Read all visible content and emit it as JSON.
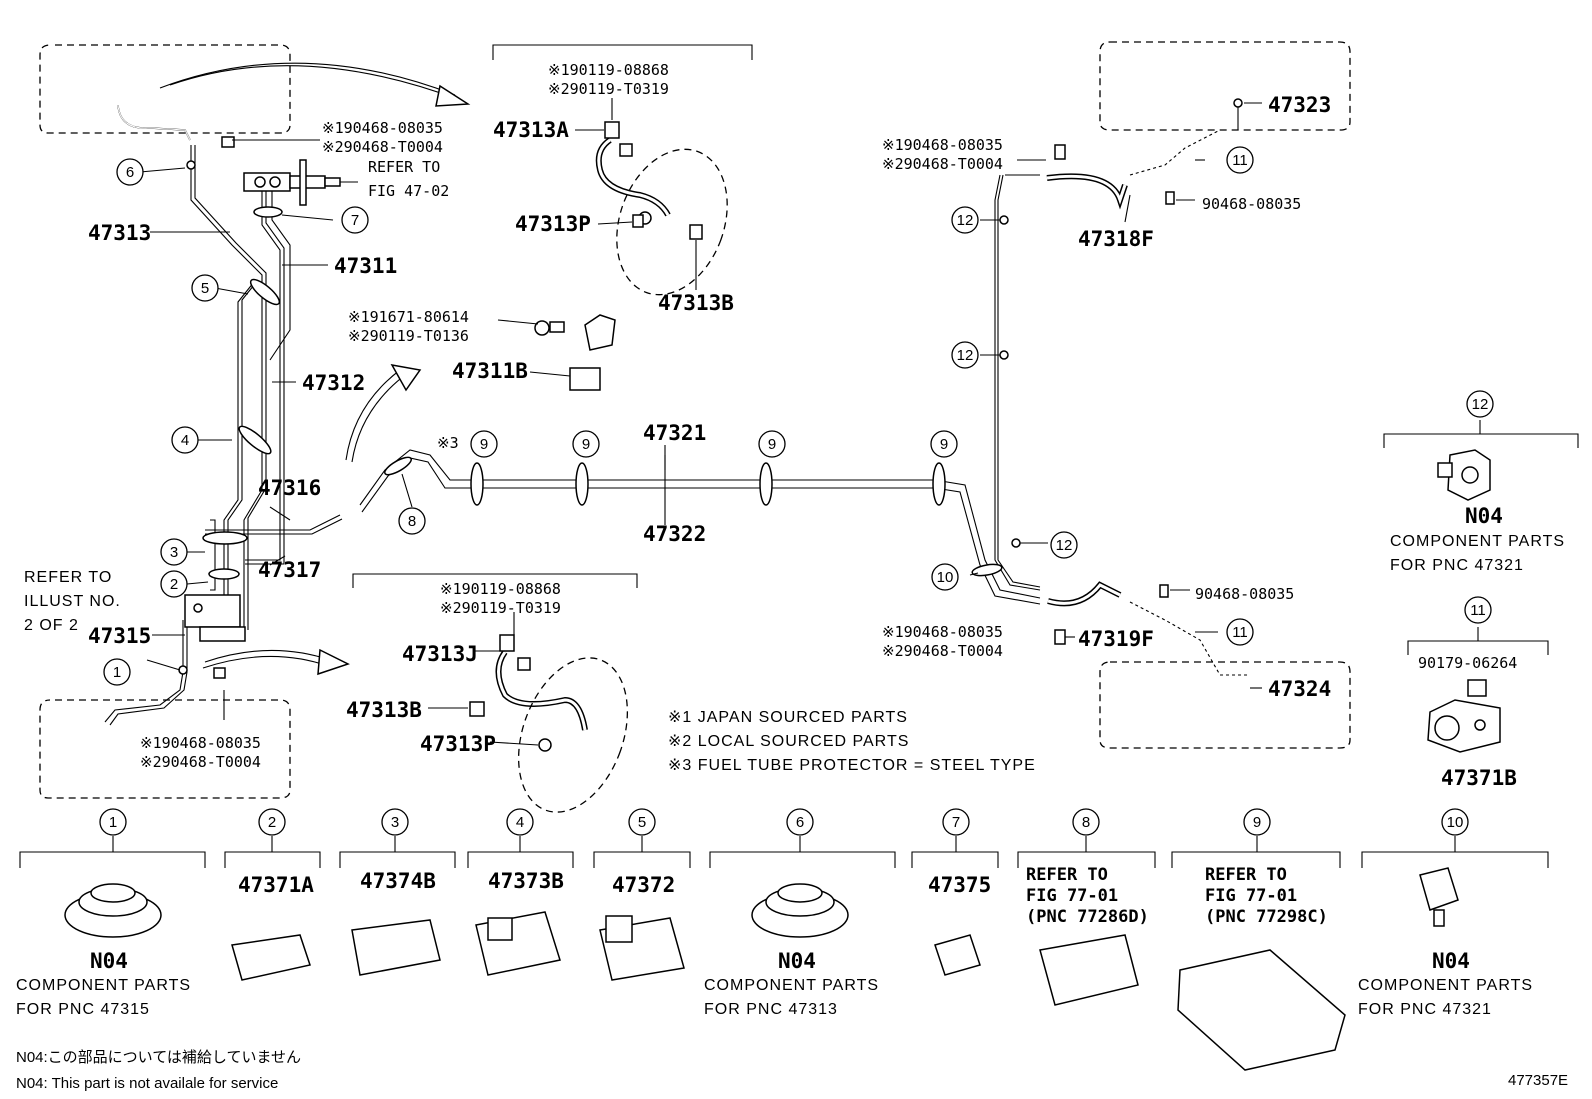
{
  "figure_code": "477357E",
  "labels": {
    "p47313": "47313",
    "p47311": "47311",
    "p47312": "47312",
    "p47316": "47316",
    "p47317": "47317",
    "p47315": "47315",
    "p47313A": "47313A",
    "p47313P_top": "47313P",
    "p47313B_top": "47313B",
    "p47311B": "47311B",
    "p47321": "47321",
    "p47322": "47322",
    "p47313J": "47313J",
    "p47313B_bot": "47313B",
    "p47313P_bot": "47313P",
    "p47323": "47323",
    "p47318F": "47318F",
    "p47319F": "47319F",
    "p47324": "47324",
    "p90468_a": "90468-08035",
    "p90468_b": "90468-08035",
    "p90179": "90179-06264",
    "p47371B": "47371B",
    "x3": "※3"
  },
  "notes": {
    "tl_1": "※190468-08035",
    "tl_2": "※290468-T0004",
    "refer_top_1": "REFER TO",
    "refer_top_2": "FIG 47-02",
    "top_mid_1": "※190119-08868",
    "top_mid_2": "※290119-T0319",
    "bracket_1": "※191671-80614",
    "bracket_2": "※290119-T0136",
    "bot_mid_1": "※190119-08868",
    "bot_mid_2": "※290119-T0319",
    "bl_1": "※190468-08035",
    "bl_2": "※290468-T0004",
    "tr_1": "※190468-08035",
    "tr_2": "※290468-T0004",
    "br_1": "※190468-08035",
    "br_2": "※290468-T0004",
    "refer_illust_1": "REFER TO",
    "refer_illust_2": "ILLUST NO.",
    "refer_illust_3": "2 OF 2"
  },
  "legend": {
    "l1": "※1 JAPAN SOURCED PARTS",
    "l2": "※2 LOCAL SOURCED PARTS",
    "l3": "※3 FUEL TUBE PROTECTOR = STEEL TYPE"
  },
  "callouts": [
    "1",
    "2",
    "3",
    "4",
    "5",
    "6",
    "7",
    "8",
    "9",
    "10",
    "11",
    "12"
  ],
  "comp12": {
    "n": "12",
    "code": "N04",
    "line1": "COMPONENT PARTS",
    "line2": "FOR PNC 47321"
  },
  "comp11": {
    "n": "11"
  },
  "bottom": [
    {
      "n": "1",
      "code": "N04",
      "line1": "COMPONENT PARTS",
      "line2": "FOR PNC 47315"
    },
    {
      "n": "2",
      "pn": "47371A"
    },
    {
      "n": "3",
      "pn": "47374B"
    },
    {
      "n": "4",
      "pn": "47373B"
    },
    {
      "n": "5",
      "pn": "47372"
    },
    {
      "n": "6",
      "code": "N04",
      "line1": "COMPONENT PARTS",
      "line2": "FOR PNC 47313"
    },
    {
      "n": "7",
      "pn": "47375"
    },
    {
      "n": "8",
      "ref1": "REFER TO",
      "ref2": "FIG 77-01",
      "ref3": "(PNC 77286D)"
    },
    {
      "n": "9",
      "ref1": "REFER TO",
      "ref2": "FIG 77-01",
      "ref3": "(PNC 77298C)"
    },
    {
      "n": "10",
      "code": "N04",
      "line1": "COMPONENT PARTS",
      "line2": "FOR PNC 47321"
    }
  ],
  "footnote": {
    "jp": "N04:この部品については補給していません",
    "en": "N04: This part is not availale for service"
  }
}
